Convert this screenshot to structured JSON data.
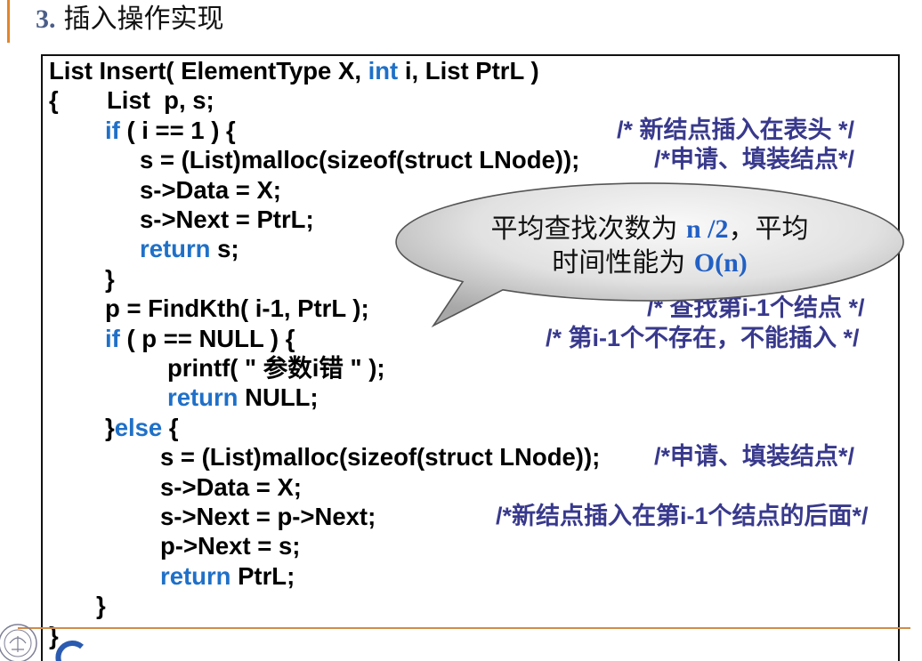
{
  "slide": {
    "section_number": "3.",
    "title": "插入操作实现"
  },
  "code": {
    "lines": [
      {
        "code": [
          "List Insert( ElementType X, ",
          "int",
          " i, List PtrL )"
        ]
      },
      {
        "code": [
          "{",
          "List  p, s;"
        ]
      },
      {
        "code": [
          "if",
          " ( i == 1 ) {"
        ],
        "comment": "/* 新结点插入在表头 */"
      },
      {
        "code": [
          "s = (List)malloc(sizeof(struct LNode));"
        ],
        "comment": "/*申请、填装结点*/"
      },
      {
        "code": [
          "s->Data = X;"
        ]
      },
      {
        "code": [
          "s->Next = PtrL;"
        ]
      },
      {
        "code": [
          "return",
          " s;"
        ]
      },
      {
        "code": [
          "}"
        ]
      },
      {
        "code": [
          "p = FindKth( i-1, PtrL );"
        ],
        "comment": "/* 查找第i-1个结点 */"
      },
      {
        "code": [
          "if",
          " ( p == NULL ) {"
        ],
        "comment": "/* 第i-1个不存在，不能插入 */"
      },
      {
        "code": [
          "printf( \" 参数i错 \" );"
        ]
      },
      {
        "code": [
          "return",
          " NULL;"
        ]
      },
      {
        "code": [
          "}",
          "else",
          " {"
        ]
      },
      {
        "code": [
          "s = (List)malloc(sizeof(struct LNode));"
        ],
        "comment": "/*申请、填装结点*/"
      },
      {
        "code": [
          "s->Data = X;"
        ]
      },
      {
        "code": [
          "s->Next = p->Next;"
        ],
        "comment": "/*新结点插入在第i-1个结点的后面*/"
      },
      {
        "code": [
          "p->Next = s;"
        ]
      },
      {
        "code": [
          "return",
          " PtrL;"
        ]
      },
      {
        "code": [
          "}"
        ]
      },
      {
        "code": [
          "}"
        ]
      }
    ]
  },
  "callout": {
    "line1": [
      "平均查找次数为 ",
      "n /2",
      "，平均"
    ],
    "line2": [
      "时间性能为 ",
      "O(n)"
    ]
  },
  "footer": {
    "logos": [
      "university-seal-logo",
      "course-c-logo"
    ]
  },
  "colors": {
    "keyword": "#1f70c8",
    "comment": "#38398c",
    "section_number": "#4a5e88",
    "accent_bar": "#e2852a",
    "divider": "#d08c48",
    "highlight": "#2260c4"
  }
}
